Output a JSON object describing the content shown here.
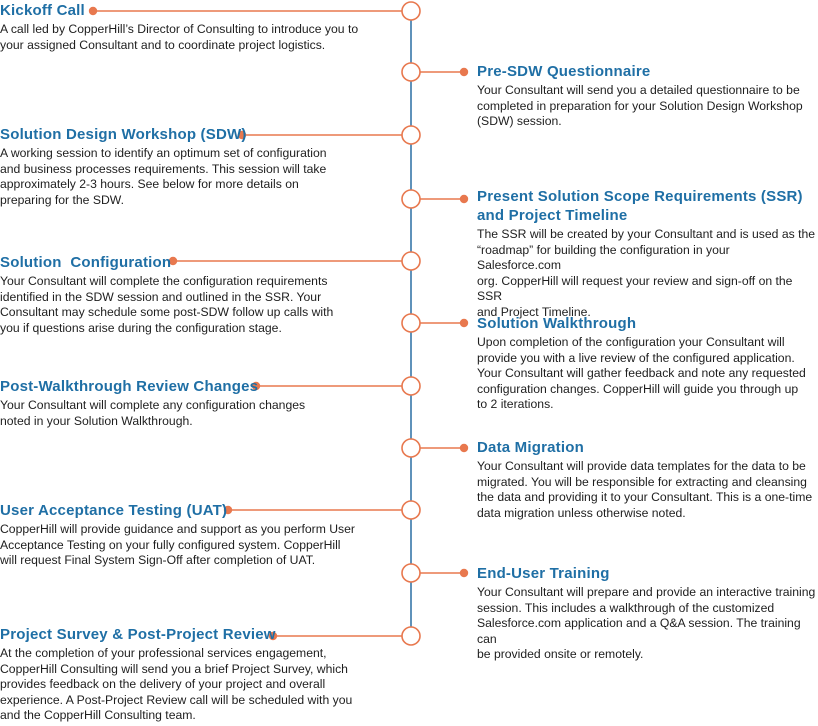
{
  "colors": {
    "accent": "#e8784e",
    "title": "#1f6fa5",
    "timeline": "#2a6fa3",
    "text": "#1e1e1e"
  },
  "steps": [
    {
      "side": "left",
      "title": "Kickoff Call",
      "description": "A call led by CopperHill’s Director of Consulting to introduce you to\nyour assigned Consultant and to coordinate project logistics."
    },
    {
      "side": "right",
      "title": "Pre-SDW Questionnaire",
      "description": "Your Consultant will send you a detailed questionnaire to be\ncompleted in preparation for your Solution Design Workshop\n(SDW) session."
    },
    {
      "side": "left",
      "title": "Solution Design Workshop (SDW)",
      "description": "A working session to identify an optimum set of configuration\nand business processes requirements. This session will take\napproximately 2-3 hours. See below for more details on\npreparing for the SDW."
    },
    {
      "side": "right",
      "title": "Present Solution Scope Requirements (SSR)\nand Project Timeline",
      "description": "The SSR will be created by your Consultant and is used as the\n“roadmap” for building the configuration in your Salesforce.com\norg. CopperHill will request your review and sign-off on the SSR\nand Project Timeline."
    },
    {
      "side": "left",
      "title": "Solution  Configuration",
      "description": "Your Consultant will complete the configuration requirements\nidentified in the SDW session and outlined in the SSR. Your\nConsultant may schedule some post-SDW follow up calls with\nyou if questions arise during the configuration stage."
    },
    {
      "side": "right",
      "title": "Solution Walkthrough",
      "description": "Upon completion of the configuration your Consultant will\nprovide you with a live review of the configured application.\nYour Consultant will gather feedback and note any requested\nconfiguration changes. CopperHill will guide you through up\nto 2 iterations."
    },
    {
      "side": "left",
      "title": "Post-Walkthrough Review Changes",
      "description": "Your Consultant will complete any configuration changes\nnoted in your Solution Walkthrough."
    },
    {
      "side": "right",
      "title": "Data Migration",
      "description": "Your Consultant will provide data templates for the data to be\nmigrated.  You will be responsible for extracting and cleansing\nthe data and providing it to your Consultant. This is a one-time\ndata migration unless otherwise noted."
    },
    {
      "side": "left",
      "title": "User Acceptance Testing (UAT)",
      "description": "CopperHill will provide guidance and support as you perform User\nAcceptance Testing on your fully configured system. CopperHill\nwill request Final System Sign-Off after completion of UAT."
    },
    {
      "side": "right",
      "title": "End-User Training",
      "description": "Your Consultant will prepare and provide an interactive training\nsession. This includes a walkthrough of the customized\nSalesforce.com application and a Q&A session. The training can\nbe provided onsite or remotely."
    },
    {
      "side": "left",
      "title": "Project Survey & Post-Project Review",
      "description": "At the completion of your professional services engagement,\nCopperHill Consulting will send you a brief Project Survey, which\nprovides feedback on the delivery of your project and overall\nexperience. A Post-Project Review call will be scheduled with you\nand the CopperHill Consulting team."
    }
  ]
}
